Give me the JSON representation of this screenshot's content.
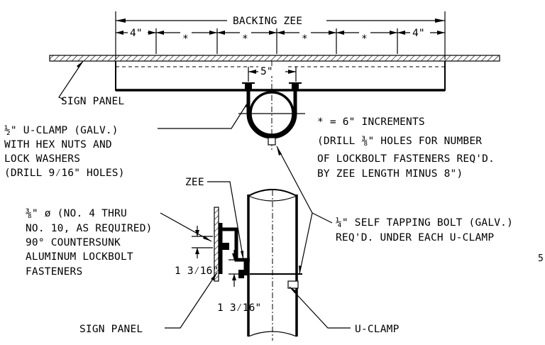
{
  "labels": {
    "backing_zee": "BACKING ZEE",
    "dim_4_left": "4\"",
    "dim_4_right": "4\"",
    "increment_mark": "*",
    "dim_5": "5\"",
    "sign_panel_top": "SIGN PANEL",
    "u_clamp_note": [
      "½\" U-CLAMP (GALV.)",
      "WITH HEX NUTS AND",
      "LOCK WASHERS",
      "(DRILL 9⁄16\" HOLES)"
    ],
    "increments_note": [
      "* = 6\" INCREMENTS",
      "(DRILL ⅜\" HOLES FOR NUMBER",
      "OF LOCKBOLT FASTENERS REQ'D.",
      "BY ZEE LENGTH MINUS 8\")"
    ],
    "zee": "ZEE",
    "lockbolt_note": [
      "⅜\" ø (NO. 4 THRU",
      "NO. 10, AS REQUIRED)",
      "90° COUNTERSUNK",
      "ALUMINUM LOCKBOLT",
      "FASTENERS"
    ],
    "self_tapping_note": [
      "¼\" SELF TAPPING BOLT (GALV.)",
      "REQ'D. UNDER EACH U-CLAMP"
    ],
    "dim_1_3_16_upper": "1 3⁄16\"",
    "dim_1_3_16_lower": "1 3⁄16\"",
    "sign_panel_bottom": "SIGN PANEL",
    "u_clamp_bottom": "U-CLAMP",
    "edge_mark": "5"
  }
}
